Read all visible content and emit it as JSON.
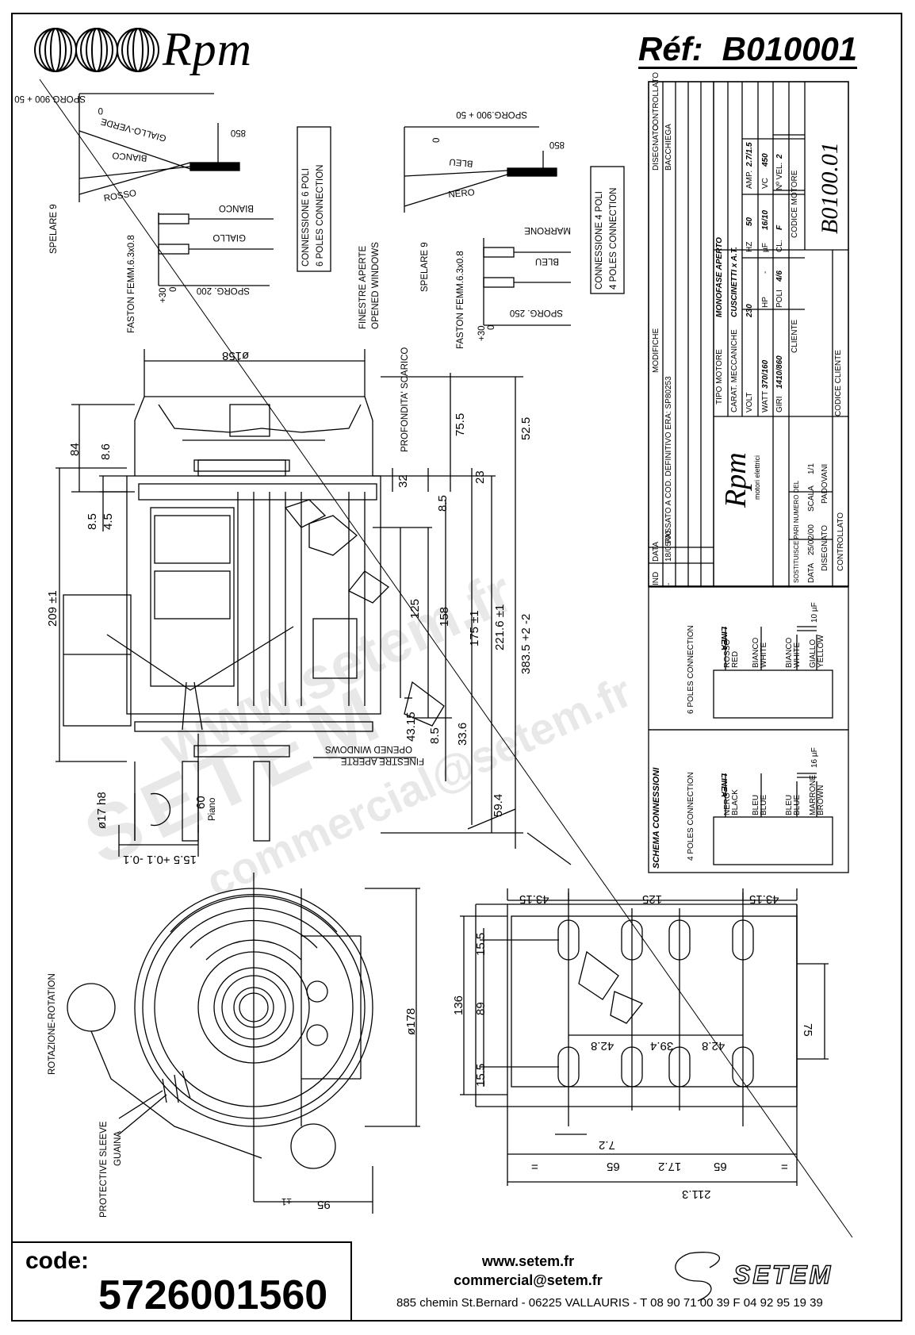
{
  "header": {
    "brand": "Rpm",
    "ref_label": "Réf:",
    "ref_value": "B010001"
  },
  "footer": {
    "code_label": "code:",
    "code_value": "5726001560",
    "website": "www.setem.fr",
    "email": "commercial@setem.fr",
    "address": "885 chemin St.Bernard  -  06225 VALLAURIS  -  T 08 90 71 00 39  F 04 92 95 19 39",
    "company": "SETEM"
  },
  "watermarks": [
    "www.setem.fr",
    "SETEM",
    "commercial@setem.fr"
  ],
  "wiring_6": {
    "title": "CONNESSIONE 6 POLI",
    "subtitle": "6 POLES CONNECTION",
    "wires": [
      "GIALLO-VERDE",
      "BIANCO",
      "ROSSO"
    ],
    "leads": [
      "BIANCO",
      "GIALLO"
    ],
    "sporg_top": "SPORG.900 + 50",
    "sporg_top_tol": "0",
    "sporg_bottom": "SPORG. 200",
    "sporg_bottom_tol": "+30",
    "sporg_bottom_tol2": "0",
    "strip": "SPELARE 9",
    "fast": "FASTON FEMM.6.3x0.8",
    "len": "850"
  },
  "wiring_4": {
    "title": "CONNESSIONE 4 POLI",
    "subtitle": "4 POLES CONNECTION",
    "wires": [
      "BLEU",
      "NERO"
    ],
    "leads": [
      "MARRONE",
      "BLEU"
    ],
    "sporg_top": "SPORG.900 + 50",
    "sporg_top_tol": "0",
    "sporg_bottom": "SPORG. 250",
    "sporg_bottom_tol": "+30",
    "sporg_bottom_tol2": "0",
    "strip": "SPELARE 9",
    "fast": "FASTON FEMM.6.3x0.8",
    "len": "850"
  },
  "side_view": {
    "windows_top": "FINESTRE APERTE",
    "windows_top_en": "OPENED WINDOWS",
    "depth": "PROFONDITA' SCARICO",
    "windows_bottom": "FINESTRE APERTE",
    "windows_bottom_en": "OPENED WINDOWS",
    "plane": "Piano",
    "dims": {
      "d158": "ø158",
      "d84": "84",
      "d8_6": "8.6",
      "d8_5a": "8.5",
      "d4_5": "4.5",
      "d209": "209 ±1",
      "d75_5": "75.5",
      "d52_5": "52.5",
      "d32": "32",
      "d23": "23",
      "d8_5b": "8.5",
      "d125": "125",
      "d158b": "158",
      "d175": "175 ±1",
      "d221": "221.6 ±1",
      "d383": "383.5 +2 -2",
      "d43_15": "43.15",
      "d8_5c": "8.5",
      "d33_6": "33.6",
      "d59_4": "59.4",
      "d60": "60",
      "d17": "ø17 h8",
      "d15_5": "15.5 +0.1 -0.1"
    }
  },
  "front_view": {
    "rotation": "ROTAZIONE-ROTATION",
    "sleeve": "PROTECTIVE SLEEVE",
    "sleeve_it": "GUAINA",
    "d178": "ø178",
    "d95": "95",
    "d95tol": "±1"
  },
  "base_view": {
    "dims": {
      "t43_15a": "43.15",
      "t125": "125",
      "t43_15b": "43.15",
      "l15_5a": "15.5",
      "l136": "136",
      "l89": "89",
      "l15_5b": "15.5",
      "r75": "75",
      "m42_8a": "42.8",
      "m39_4": "39.4",
      "m42_8b": "42.8",
      "b7_2": "7.2",
      "b_eq1": "=",
      "b65a": "65",
      "b17_2": "17.2",
      "b65b": "65",
      "b_eq2": "=",
      "b211": "211.3"
    }
  },
  "title_block": {
    "mod_row1_date": "18/05/00",
    "mod_row1_text": "PASSATO A COD. DEFINITIVO ERA: SP80253",
    "hdr_ind": "IND",
    "hdr_data": "DATA",
    "hdr_modifiche": "MODIFICHE",
    "hdr_disegnato": "DISEGNATO",
    "hdr_controllato": "CONTROLLATO",
    "hdr_bacchiega": "BACCHIEGA",
    "dash": "-",
    "rpm_brand": "Rpm",
    "rpm_sub": "motori elettrici",
    "sostituisce": "SOSTITUISCE PARI NUMERO DEL",
    "data_label": "DATA",
    "data_value": "25/02/00",
    "scala_label": "SCALA",
    "scala_value": "1/1",
    "disegnato_label": "DISEGNATO",
    "disegnato_value": "PADOVANI",
    "controllato_label": "CONTROLLATO",
    "tipo_motore_label": "TIPO MOTORE",
    "tipo_motore_value": "MONOFASE APERTO",
    "carat_label": "CARAT. MECCANICHE",
    "carat_value": "CUSCINETTI x A.T.",
    "volt_label": "VOLT",
    "volt_value": "230",
    "hz_label": "HZ",
    "hz_value": "50",
    "amp_label": "AMP.",
    "amp_value": "2.7/1.5",
    "watt_label": "WATT",
    "watt_value": "370/160",
    "hp_label": "HP",
    "hp_value": "-",
    "uf_label": "µF",
    "uf_value": "16/10",
    "vc_label": "VC",
    "vc_value": "450",
    "giri_label": "GIRI",
    "giri_value": "1410/860",
    "poli_label": "POLI",
    "poli_value": "4/6",
    "cl_label": "CL.",
    "cl_value": "F",
    "nvel_label": "Nº VEL.",
    "nvel_value": "2",
    "cliente_label": "CLIENTE",
    "codice_motore_label": "CODICE MOTORE",
    "codice_motore_value": "B0100.01",
    "codice_cliente_label": "CODICE CLIENTE"
  },
  "schema": {
    "title": "SCHEMA CONNESSIONI",
    "six": {
      "title": "6 POLES CONNECTION",
      "linea": "LINEA",
      "cap": "10 µF",
      "wires": [
        "ROSSO",
        "RED",
        "BIANCO",
        "WHITE",
        "BIANCO",
        "WHITE",
        "GIALLO",
        "YELLOW"
      ]
    },
    "four": {
      "title": "4 POLES CONNECTION",
      "linea": "LINEA",
      "cap": "16 µF",
      "wires": [
        "NERO",
        "BLACK",
        "BLEU",
        "BLUE",
        "BLEU",
        "BLUE",
        "MARRONE",
        "BROWN"
      ]
    }
  }
}
